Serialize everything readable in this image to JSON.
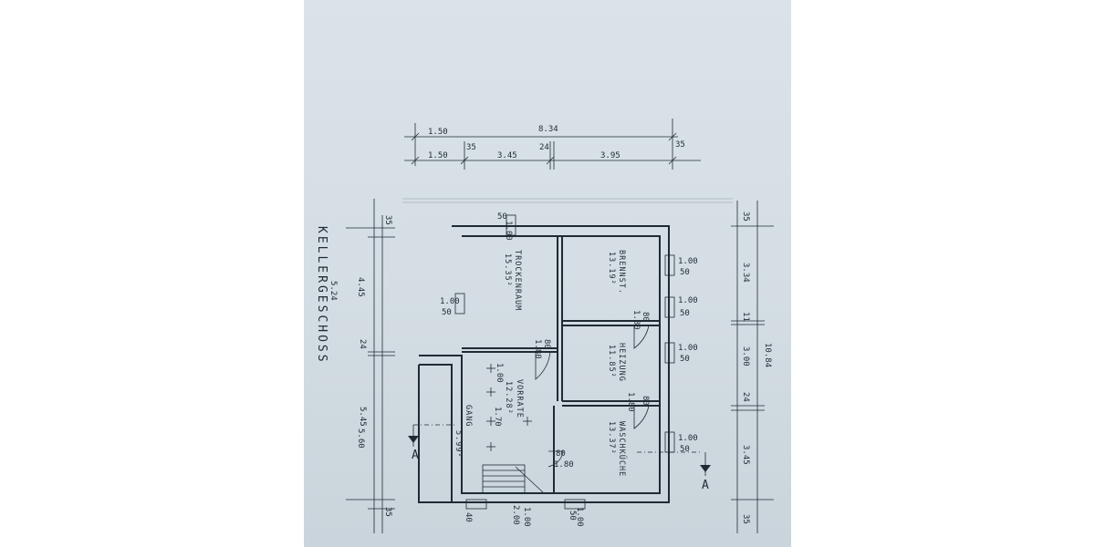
{
  "title": "KELLERGESCHOSS",
  "section_label": "A",
  "rooms": [
    {
      "name": "TROCKENRAUM",
      "area": "15.35²"
    },
    {
      "name": "BRENNST.",
      "area": "13.19²"
    },
    {
      "name": "HEIZUNG",
      "area": "11.85²"
    },
    {
      "name": "VORRATE",
      "area": "12.28²"
    },
    {
      "name": "WASCHKÜCHE",
      "area": "13.37²"
    },
    {
      "name": "GANG",
      "area": "5.99²"
    }
  ],
  "top_dims": {
    "row1": [
      "1.50",
      "8.34",
      "35"
    ],
    "row2": [
      "1.50",
      "35",
      "3.45",
      "24",
      "3.95"
    ]
  },
  "left_dims": [
    "35",
    "4.45",
    "5.24",
    "24",
    "5.45",
    "5.60",
    "35"
  ],
  "right_dims": [
    "35",
    "3.34",
    "11",
    "3.00",
    "24",
    "3.45",
    "35",
    "10.84"
  ],
  "openings": {
    "window_100": "1.00",
    "window_50": "50",
    "door_180": "1.80",
    "door_80": "80",
    "stair_170": "1.70",
    "stair_200": "2.00",
    "dim_40": "40"
  },
  "colors": {
    "paper": "#d6dfe4",
    "ink": "#1f2a33"
  }
}
